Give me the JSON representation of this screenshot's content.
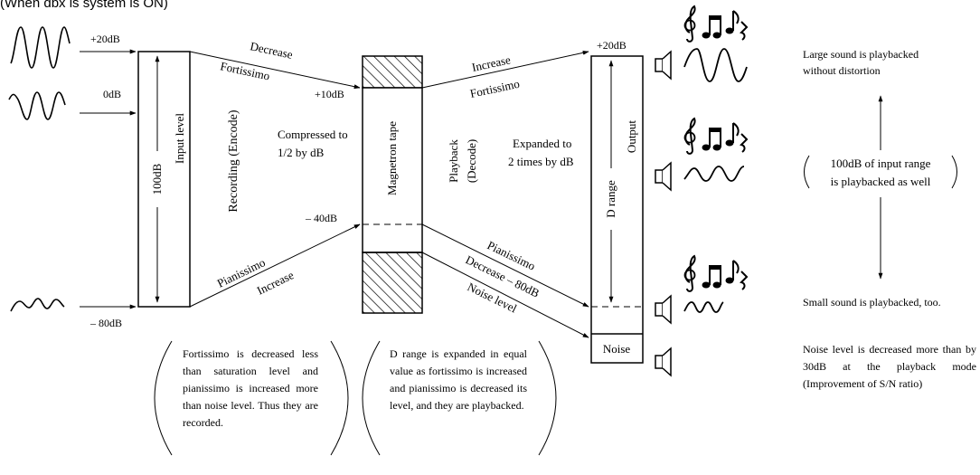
{
  "header": {
    "text": "(When dbx is system is ON)"
  },
  "input": {
    "plus20": "+20dB",
    "zero": "0dB",
    "minus80": "– 80dB",
    "range": "100dB",
    "level": "Input level"
  },
  "recording": {
    "label": "Recording (Encode)",
    "decrease": "Decrease",
    "fortissimo": "Fortissimo",
    "pianissimo": "Pianissimo",
    "increase": "Increase"
  },
  "tape": {
    "plus10": "+10dB",
    "minus40": "– 40dB",
    "label": "Magnetron tape",
    "compressed_line1": "Compressed to",
    "compressed_line2": "1/2 by dB"
  },
  "playback": {
    "line1": "Playback",
    "line2": "(Decode)",
    "expanded_line1": "Expanded to",
    "expanded_line2": "2 times by dB",
    "increase": "Increase",
    "fortissimo": "Fortissimo",
    "pianissimo": "Pianissimo",
    "decrease_80": "Decrease – 80dB",
    "noise_level": "Noise level"
  },
  "output": {
    "plus20": "+20dB",
    "output": "Output",
    "drange": "D range",
    "noise": "Noise"
  },
  "right_notes": {
    "large_line1": "Large sound is playbacked",
    "large_line2": "without distortion",
    "range_line1": "100dB of input range",
    "range_line2": "is playbacked as well",
    "small": "Small sound is playbacked, too.",
    "noise_note": "Noise level is decreased more than by 30dB at the playback mode (Improvement of S/N ratio)"
  },
  "bottom_notes": {
    "left": "Fortissimo is decreased less than saturation level and pianissimo is increased more than noise level. Thus they are recorded.",
    "middle": "D range is expanded in equal value as fortissimo is increased and pianissimo is decreased its level, and they are playbacked."
  },
  "icons": [
    "sine-wave-icon",
    "music-notes-icon",
    "speaker-icon"
  ]
}
